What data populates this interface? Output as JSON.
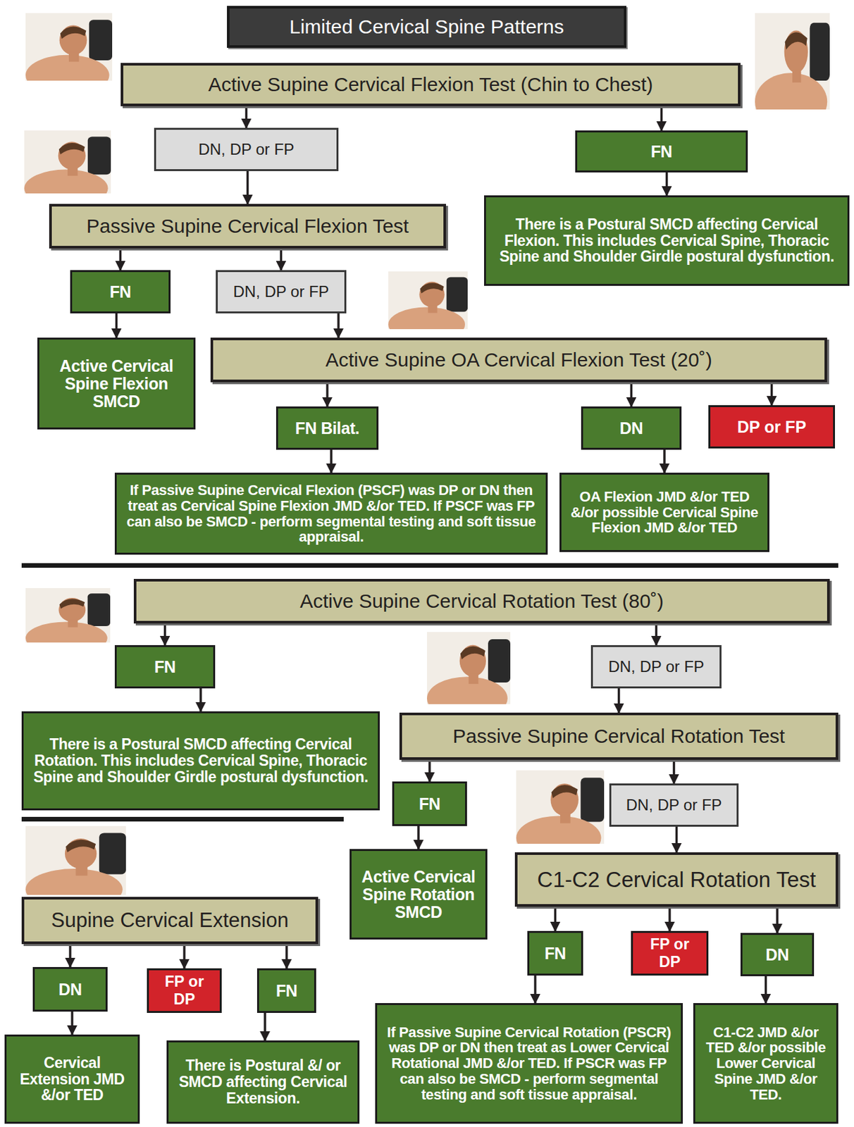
{
  "diagram": {
    "title": "Limited Cervical Spine Patterns",
    "nodes": [
      {
        "text": [
          "Active Supine Cervical Flexion Test (Chin to Chest)"
        ]
      },
      {
        "text": [
          "DN, DP or FP"
        ]
      },
      {
        "text": [
          "FN"
        ]
      },
      {
        "text": [
          "Passive Supine Cervical Flexion Test"
        ]
      },
      {
        "text": [
          "There is a Postural SMCD affecting Cervical Flexion. This includes Cervical Spine, Thoracic Spine and Shoulder Girdle postural dysfunction."
        ]
      },
      {
        "text": [
          "FN"
        ]
      },
      {
        "text": [
          "DN, DP or FP"
        ]
      },
      {
        "text": [
          "Active Cervical Spine Flexion SMCD"
        ]
      },
      {
        "text": [
          "Active Supine OA Cervical Flexion Test (20˚)"
        ]
      },
      {
        "text": [
          "FN Bilat."
        ]
      },
      {
        "text": [
          "DN"
        ]
      },
      {
        "text": [
          "DP or FP"
        ]
      },
      {
        "text": [
          "If Passive Supine Cervical Flexion (PSCF) was DP or DN then treat as Cervical Spine Flexion JMD &/or TED. If PSCF was FP can also be SMCD - perform segmental testing and soft tissue appraisal."
        ]
      },
      {
        "text": [
          "OA Flexion JMD &/or TED &/or possible Cervical Spine Flexion JMD &/or TED"
        ]
      },
      {
        "text": [
          "Active Supine Cervical Rotation Test (80˚)"
        ]
      },
      {
        "text": [
          "FN"
        ]
      },
      {
        "text": [
          "DN, DP or FP"
        ]
      },
      {
        "text": [
          "There is a Postural SMCD affecting Cervical Rotation. This includes Cervical Spine, Thoracic Spine and Shoulder Girdle postural dysfunction."
        ]
      },
      {
        "text": [
          "Passive Supine Cervical Rotation Test"
        ]
      },
      {
        "text": [
          "FN"
        ]
      },
      {
        "text": [
          "DN, DP or FP"
        ]
      },
      {
        "text": [
          "Active Cervical Spine Rotation SMCD"
        ]
      },
      {
        "text": [
          "C1-C2 Cervical Rotation Test"
        ]
      },
      {
        "text": [
          "Supine Cervical Extension"
        ]
      },
      {
        "text": [
          "FN"
        ]
      },
      {
        "text": [
          "FP or DP"
        ]
      },
      {
        "text": [
          "DN"
        ]
      },
      {
        "text": [
          "DN"
        ]
      },
      {
        "text": [
          "FP or DP"
        ]
      },
      {
        "text": [
          "FN"
        ]
      },
      {
        "text": [
          "If Passive Supine Cervical Rotation (PSCR) was DP or DN then treat as Lower Cervical Rotational JMD &/or TED. If PSCR was FP can also be SMCD - perform segmental testing and soft tissue appraisal."
        ]
      },
      {
        "text": [
          "C1-C2 JMD &/or TED &/or possible Lower Cervical Spine JMD &/or TED."
        ]
      },
      {
        "text": [
          "Cervical Extension JMD &/or TED"
        ]
      },
      {
        "text": [
          "There is Postural &/ or SMCD affecting Cervical Extension."
        ]
      }
    ],
    "edges": [
      {
        "from": 0,
        "to": 1,
        "arrow": "to"
      },
      {
        "from": 0,
        "to": 2,
        "arrow": "to"
      },
      {
        "from": 1,
        "to": 3,
        "arrow": "to"
      },
      {
        "from": 2,
        "to": 4,
        "arrow": "to"
      },
      {
        "from": 3,
        "to": 5,
        "arrow": "to"
      },
      {
        "from": 3,
        "to": 6,
        "arrow": "to"
      },
      {
        "from": 5,
        "to": 7,
        "arrow": "to"
      },
      {
        "from": 6,
        "to": 8,
        "arrow": "to"
      },
      {
        "from": 8,
        "to": 9,
        "arrow": "to"
      },
      {
        "from": 8,
        "to": 10,
        "arrow": "to"
      },
      {
        "from": 8,
        "to": 11,
        "arrow": "to"
      },
      {
        "from": 9,
        "to": 12,
        "arrow": "to"
      },
      {
        "from": 10,
        "to": 13,
        "arrow": "to"
      },
      {
        "from": 14,
        "to": 15,
        "arrow": "to"
      },
      {
        "from": 14,
        "to": 16,
        "arrow": "to"
      },
      {
        "from": 15,
        "to": 17,
        "arrow": "to"
      },
      {
        "from": 16,
        "to": 18,
        "arrow": "to"
      },
      {
        "from": 18,
        "to": 19,
        "arrow": "to"
      },
      {
        "from": 18,
        "to": 20,
        "arrow": "to"
      },
      {
        "from": 19,
        "to": 21,
        "arrow": "to"
      },
      {
        "from": 20,
        "to": 22,
        "arrow": "to"
      },
      {
        "from": 22,
        "to": 24,
        "arrow": "to"
      },
      {
        "from": 22,
        "to": 25,
        "arrow": "to"
      },
      {
        "from": 22,
        "to": 26,
        "arrow": "to"
      },
      {
        "from": 24,
        "to": 30,
        "arrow": "to"
      },
      {
        "from": 26,
        "to": 31,
        "arrow": "to"
      },
      {
        "from": 23,
        "to": 27,
        "arrow": "to"
      },
      {
        "from": 23,
        "to": 28,
        "arrow": "to"
      },
      {
        "from": 23,
        "to": 29,
        "arrow": "to"
      },
      {
        "from": 27,
        "to": 32,
        "arrow": "to"
      },
      {
        "from": 29,
        "to": 33,
        "arrow": "to"
      }
    ]
  }
}
